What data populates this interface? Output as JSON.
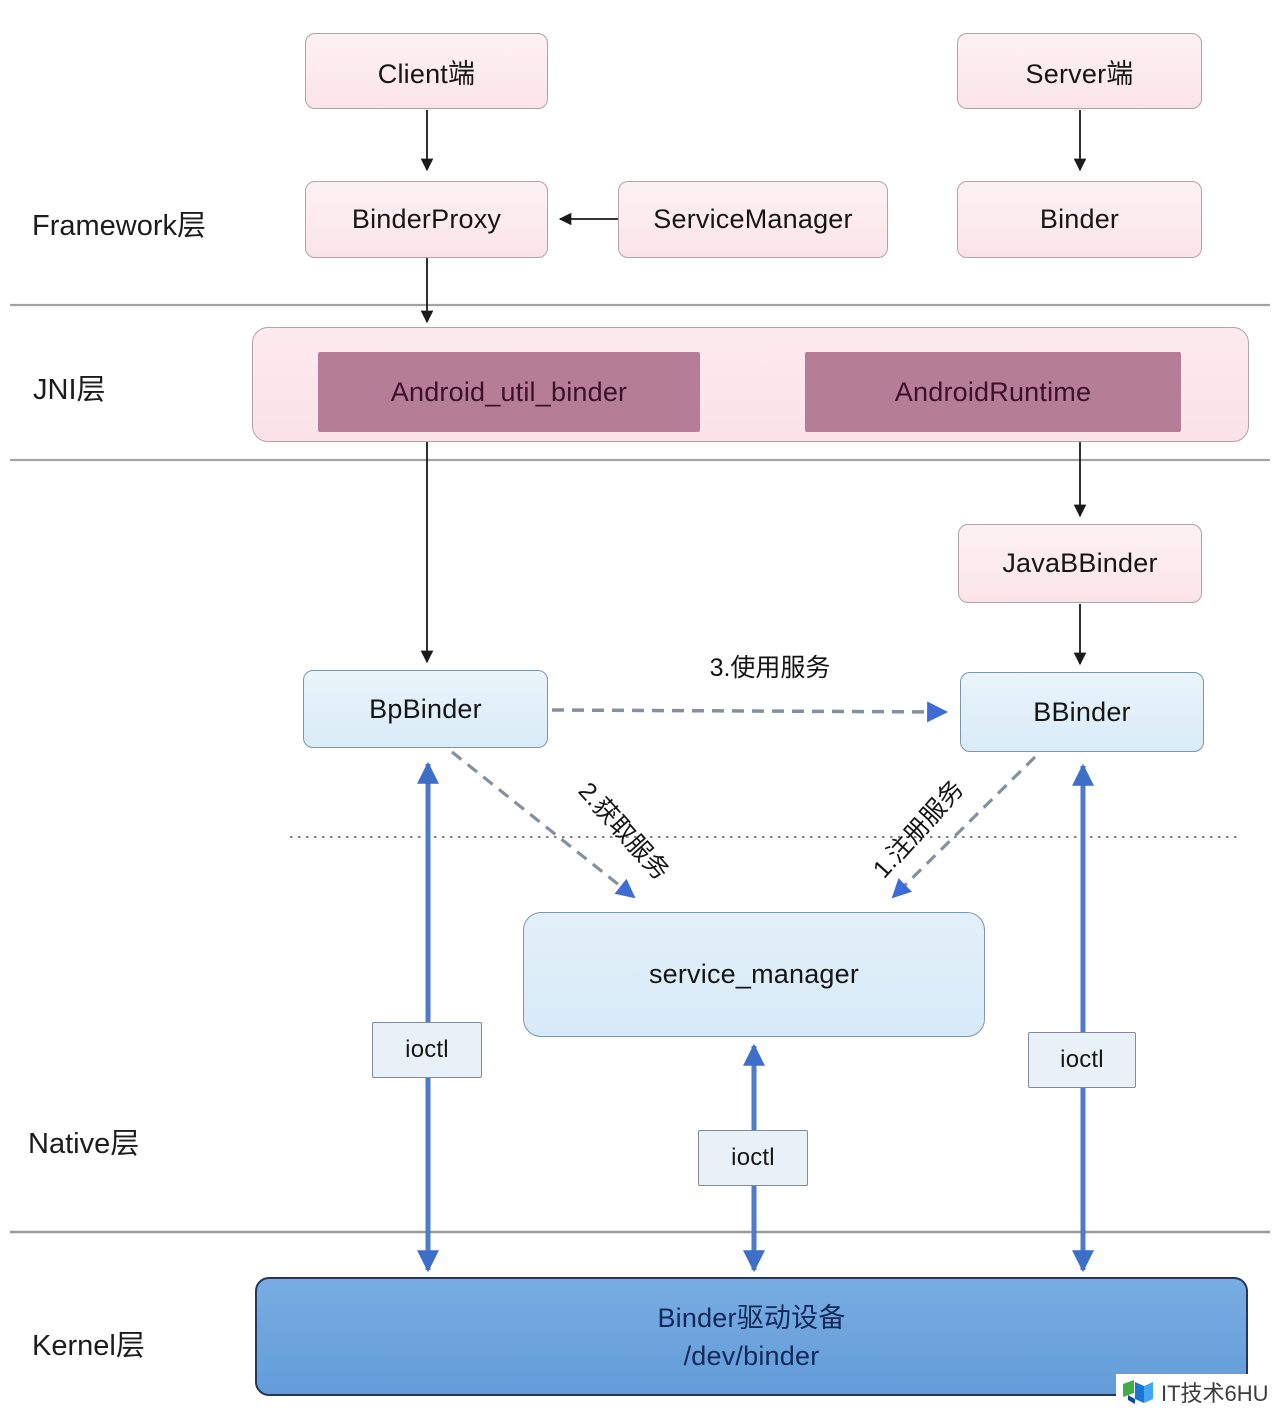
{
  "layers": {
    "framework": "Framework层",
    "jni": "JNI层",
    "native": "Native层",
    "kernel": "Kernel层"
  },
  "nodes": {
    "client": "Client端",
    "server": "Server端",
    "binder_proxy": "BinderProxy",
    "service_manager": "ServiceManager",
    "binder": "Binder",
    "android_util_binder": "Android_util_binder",
    "android_runtime": "AndroidRuntime",
    "java_bbinder": "JavaBBinder",
    "bp_binder": "BpBinder",
    "b_binder": "BBinder",
    "service_manager_native": "service_manager",
    "ioctl": "ioctl",
    "kernel_driver_title": "Binder驱动设备",
    "kernel_driver_path": "/dev/binder"
  },
  "edge_labels": {
    "use_service": "3.使用服务",
    "get_service": "2.获取服务",
    "register_service": "1.注册服务"
  },
  "watermark": {
    "text": "IT技术6HU"
  },
  "colors": {
    "pink_box": "#fbe7ec",
    "mauve_box": "#b57d96",
    "blue_box": "#e2eff9",
    "kernel_box": "#6ca5de",
    "thick_arrow_blue": "#4d7ac9",
    "dashed_arrow": "#85909f",
    "dashed_arrowhead_blue": "#3e6bd6"
  }
}
